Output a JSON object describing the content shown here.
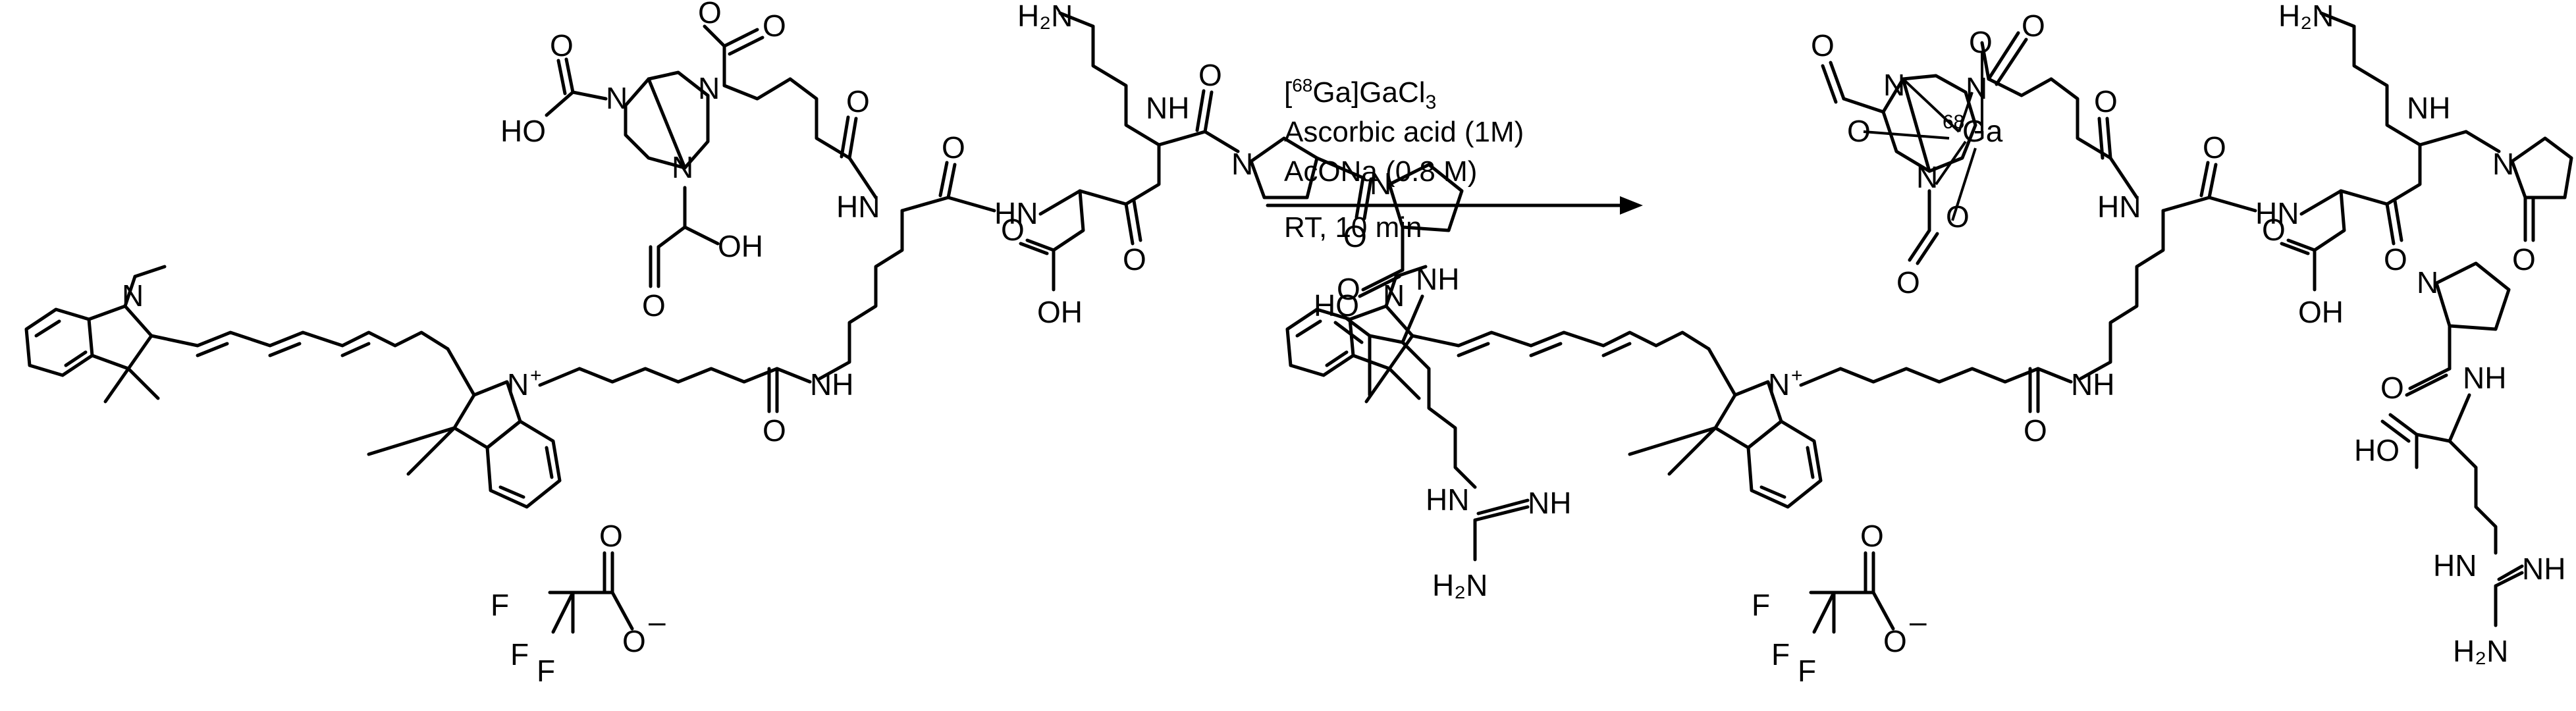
{
  "reaction": {
    "arrow": "reaction-arrow",
    "conditions": {
      "line1_isotope": "68",
      "line1_reagent": "Ga]GaCl",
      "line1_sub": "3",
      "line1_open": "[",
      "line2": "Ascorbic acid (1M)",
      "line3": "AcONa (0.8 M)",
      "line4": "RT, 10 min"
    }
  },
  "reactant": {
    "labels": {
      "n_indole1": "N",
      "n_indole2": "N",
      "n_plus": "+",
      "o_ketone_amide1": "O",
      "nh_amide1": "NH",
      "o_amide_chain": "O",
      "hn_amide2": "HN",
      "o_amide3": "O",
      "hn_amide4": "HN",
      "o_carbonyl_1": "O",
      "o_carbonyl_2": "O",
      "nh_amide5": "NH",
      "o_acid_3": "O",
      "oh_acid_3": "OH",
      "n_pro1": "N",
      "n_pro2": "N",
      "o_pro": "O",
      "nh_pro": "NH",
      "o_arg": "O",
      "ho_arg": "HO",
      "hn_guan": "HN",
      "nh_guan": "NH",
      "h2n_guan": "H₂N",
      "h2n_lys": "H₂N",
      "n_ring1": "N",
      "n_ring2": "N",
      "n_ring3": "N",
      "o_ring_acid1": "O",
      "ho_ring_acid1": "HO",
      "o_ring_acid2": "O",
      "oh_ring_acid2": "OH",
      "o_top_acid": "O",
      "o_top_acid2": "O",
      "tfa_f1": "F",
      "tfa_f2": "F",
      "tfa_f3": "F",
      "tfa_o1": "O",
      "tfa_o2": "O",
      "tfa_minus": "–"
    }
  },
  "product": {
    "labels": {
      "n_indole1": "N",
      "n_indole2": "N",
      "n_plus": "+",
      "o_amide1": "O",
      "nh_amide1": "NH",
      "hn_amide2": "HN",
      "o_amide3": "O",
      "hn_amide4": "HN",
      "o_amide5": "O",
      "o_carbonyl_top": "O",
      "nh_amide6": "NH",
      "o_acid": "O",
      "oh_acid": "OH",
      "n_pro1": "N",
      "n_pro2": "N",
      "o_pro": "O",
      "nh_pro": "NH",
      "o_arg": "O",
      "ho_arg": "HO",
      "hn_guan": "HN",
      "nh_guan": "NH",
      "h2n_guan": "H₂N",
      "h2n_lys": "H₂N",
      "ga_isotope": "68",
      "ga": "Ga",
      "n_cage1": "N",
      "n_cage2": "N",
      "n_cage3": "N",
      "o_cage1": "O",
      "o_cage2": "O",
      "o_cage3": "O",
      "o_cage4": "O",
      "o_cage5": "O",
      "o_cage6": "O",
      "tfa_f1": "F",
      "tfa_f2": "F",
      "tfa_f3": "F",
      "tfa_o1": "O",
      "tfa_o2": "O",
      "tfa_minus": "–"
    }
  },
  "colors": {
    "ink": "#000000",
    "background": "#ffffff"
  }
}
